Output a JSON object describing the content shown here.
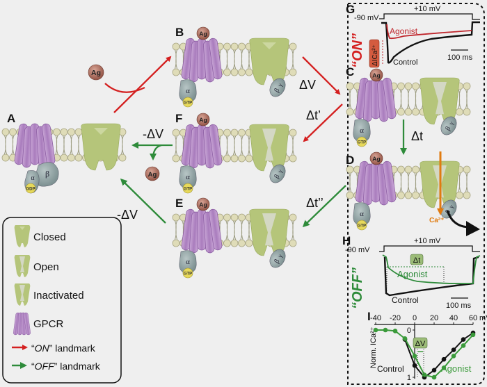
{
  "panels": {
    "A": {
      "letter": "A"
    },
    "B": {
      "letter": "B"
    },
    "C": {
      "letter": "C"
    },
    "D": {
      "letter": "D"
    },
    "E": {
      "letter": "E"
    },
    "F": {
      "letter": "F"
    },
    "G": {
      "letter": "G"
    },
    "H": {
      "letter": "H"
    },
    "I": {
      "letter": "I"
    }
  },
  "molecules": {
    "agonist": "Ag",
    "alpha": "α",
    "beta": "β",
    "gamma": "γ",
    "gdp": "GDP",
    "gtp": "GTP",
    "calcium": "Ca²⁺"
  },
  "transitions": {
    "dV": "ΔV",
    "neg_dV": "-ΔV",
    "dt": "Δt",
    "dt_prime": "Δt’",
    "dt_double_prime": "Δt’’"
  },
  "landmarks": {
    "on": "“ON”",
    "off": "“OFF”"
  },
  "legend": {
    "items": [
      {
        "label": "Closed"
      },
      {
        "label": "Open"
      },
      {
        "label": "Inactivated"
      },
      {
        "label": "GPCR"
      },
      {
        "label_prefix": "“",
        "label_italic": "ON",
        "label_suffix": "” landmark",
        "color": "#d42020"
      },
      {
        "label_prefix": "“",
        "label_italic": "OFF",
        "label_suffix": "” landmark",
        "color": "#2e8b3a"
      }
    ]
  },
  "trace_G": {
    "holding": "-90 mV",
    "step": "+10 mV",
    "agonist_label": "Agonist",
    "control_label": "Control",
    "delta_label": "ΔICa²⁺",
    "scalebar": "100 ms"
  },
  "trace_H": {
    "holding": "-90 mV",
    "step": "+10 mV",
    "agonist_label": "Agonist",
    "control_label": "Control",
    "delta_label": "Δt",
    "scalebar": "100 ms"
  },
  "chart_data": {
    "type": "line",
    "title": "",
    "xlabel": "mV",
    "ylabel": "Norm. ICa²⁺",
    "x_ticks": [
      -40,
      -20,
      0,
      20,
      40,
      60
    ],
    "y_ticks": [
      0,
      1
    ],
    "xlim": [
      -40,
      60
    ],
    "ylim": [
      0,
      1
    ],
    "y_inverted": true,
    "annotation": "ΔV",
    "series": [
      {
        "name": "Control",
        "color": "#111111",
        "x": [
          -10,
          0,
          10,
          20,
          30,
          40,
          50,
          60
        ],
        "y": [
          0.2,
          0.75,
          1.0,
          0.85,
          0.62,
          0.42,
          0.2,
          0.06
        ]
      },
      {
        "name": "Agonist",
        "color": "#3a9a3a",
        "x": [
          -40,
          -30,
          -20,
          -10,
          0,
          10,
          20,
          30,
          40,
          50,
          60
        ],
        "y": [
          0.0,
          0.0,
          0.02,
          0.18,
          0.55,
          0.95,
          1.0,
          0.8,
          0.55,
          0.33,
          0.1
        ]
      }
    ]
  },
  "colors": {
    "on": "#d42020",
    "off": "#2e8b3a",
    "channel": "#b5c57a",
    "gpcr": "#b68fc4",
    "agonist_ball": "#a8675a",
    "calcium_arrow": "#e07b10"
  }
}
